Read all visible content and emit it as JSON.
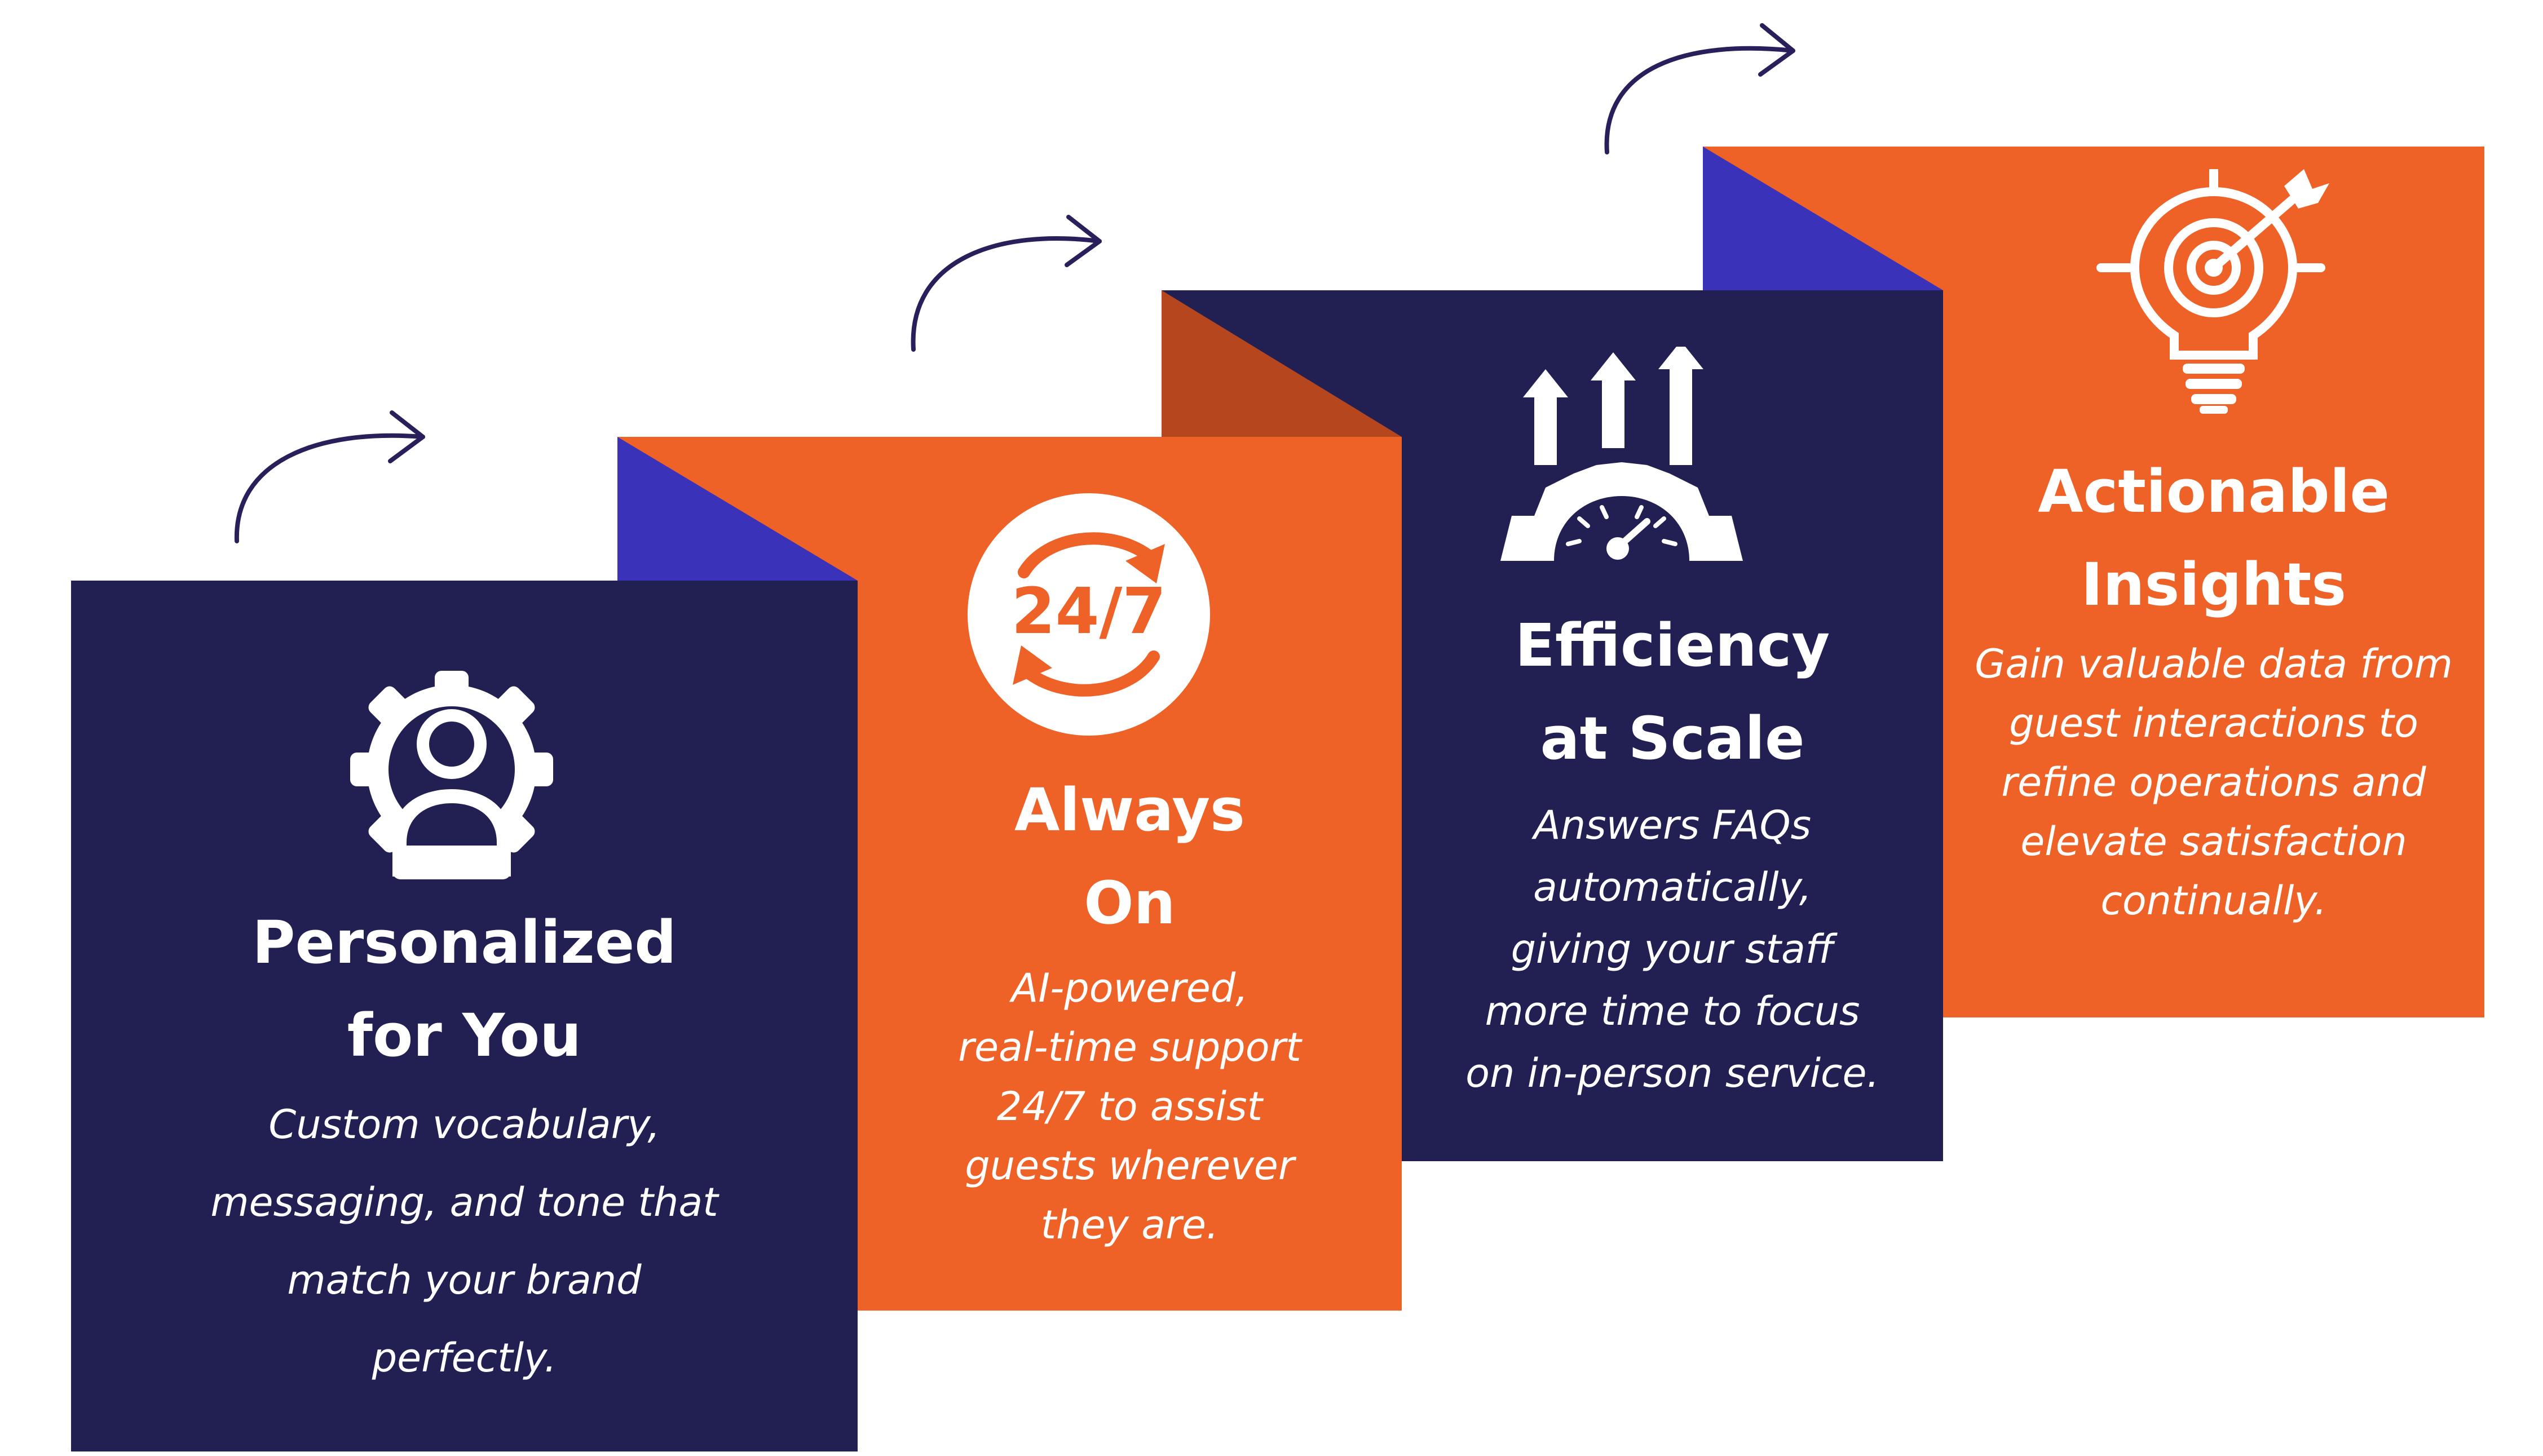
{
  "colors": {
    "navy": "#221F52",
    "orange": "#EE6227",
    "fold_blue": "#3A32B8",
    "fold_rust": "#B5461E",
    "arrow": "#2A1F5A",
    "white": "#FFFFFF"
  },
  "steps": [
    {
      "icon": "user-gear-icon",
      "title_lines": [
        "Personalized",
        "for You"
      ],
      "desc_lines": [
        "Custom vocabulary,",
        "messaging, and tone that",
        "match your brand",
        "perfectly."
      ]
    },
    {
      "icon": "always-on-24-7-icon",
      "icon_text": "24/7",
      "title_lines": [
        "Always",
        "On"
      ],
      "desc_lines": [
        "AI-powered,",
        "real-time support",
        "24/7 to assist",
        "guests wherever",
        "they are."
      ]
    },
    {
      "icon": "growth-gauge-icon",
      "title_lines": [
        "Efficiency",
        "at Scale"
      ],
      "desc_lines": [
        "Answers FAQs",
        "automatically,",
        "giving your staff",
        "more time to focus",
        "on in-person service."
      ]
    },
    {
      "icon": "lightbulb-target-icon",
      "title_lines": [
        "Actionable",
        "Insights"
      ],
      "desc_lines": [
        "Gain valuable data from",
        "guest interactions to",
        "refine operations and",
        "elevate satisfaction",
        "continually."
      ]
    }
  ]
}
